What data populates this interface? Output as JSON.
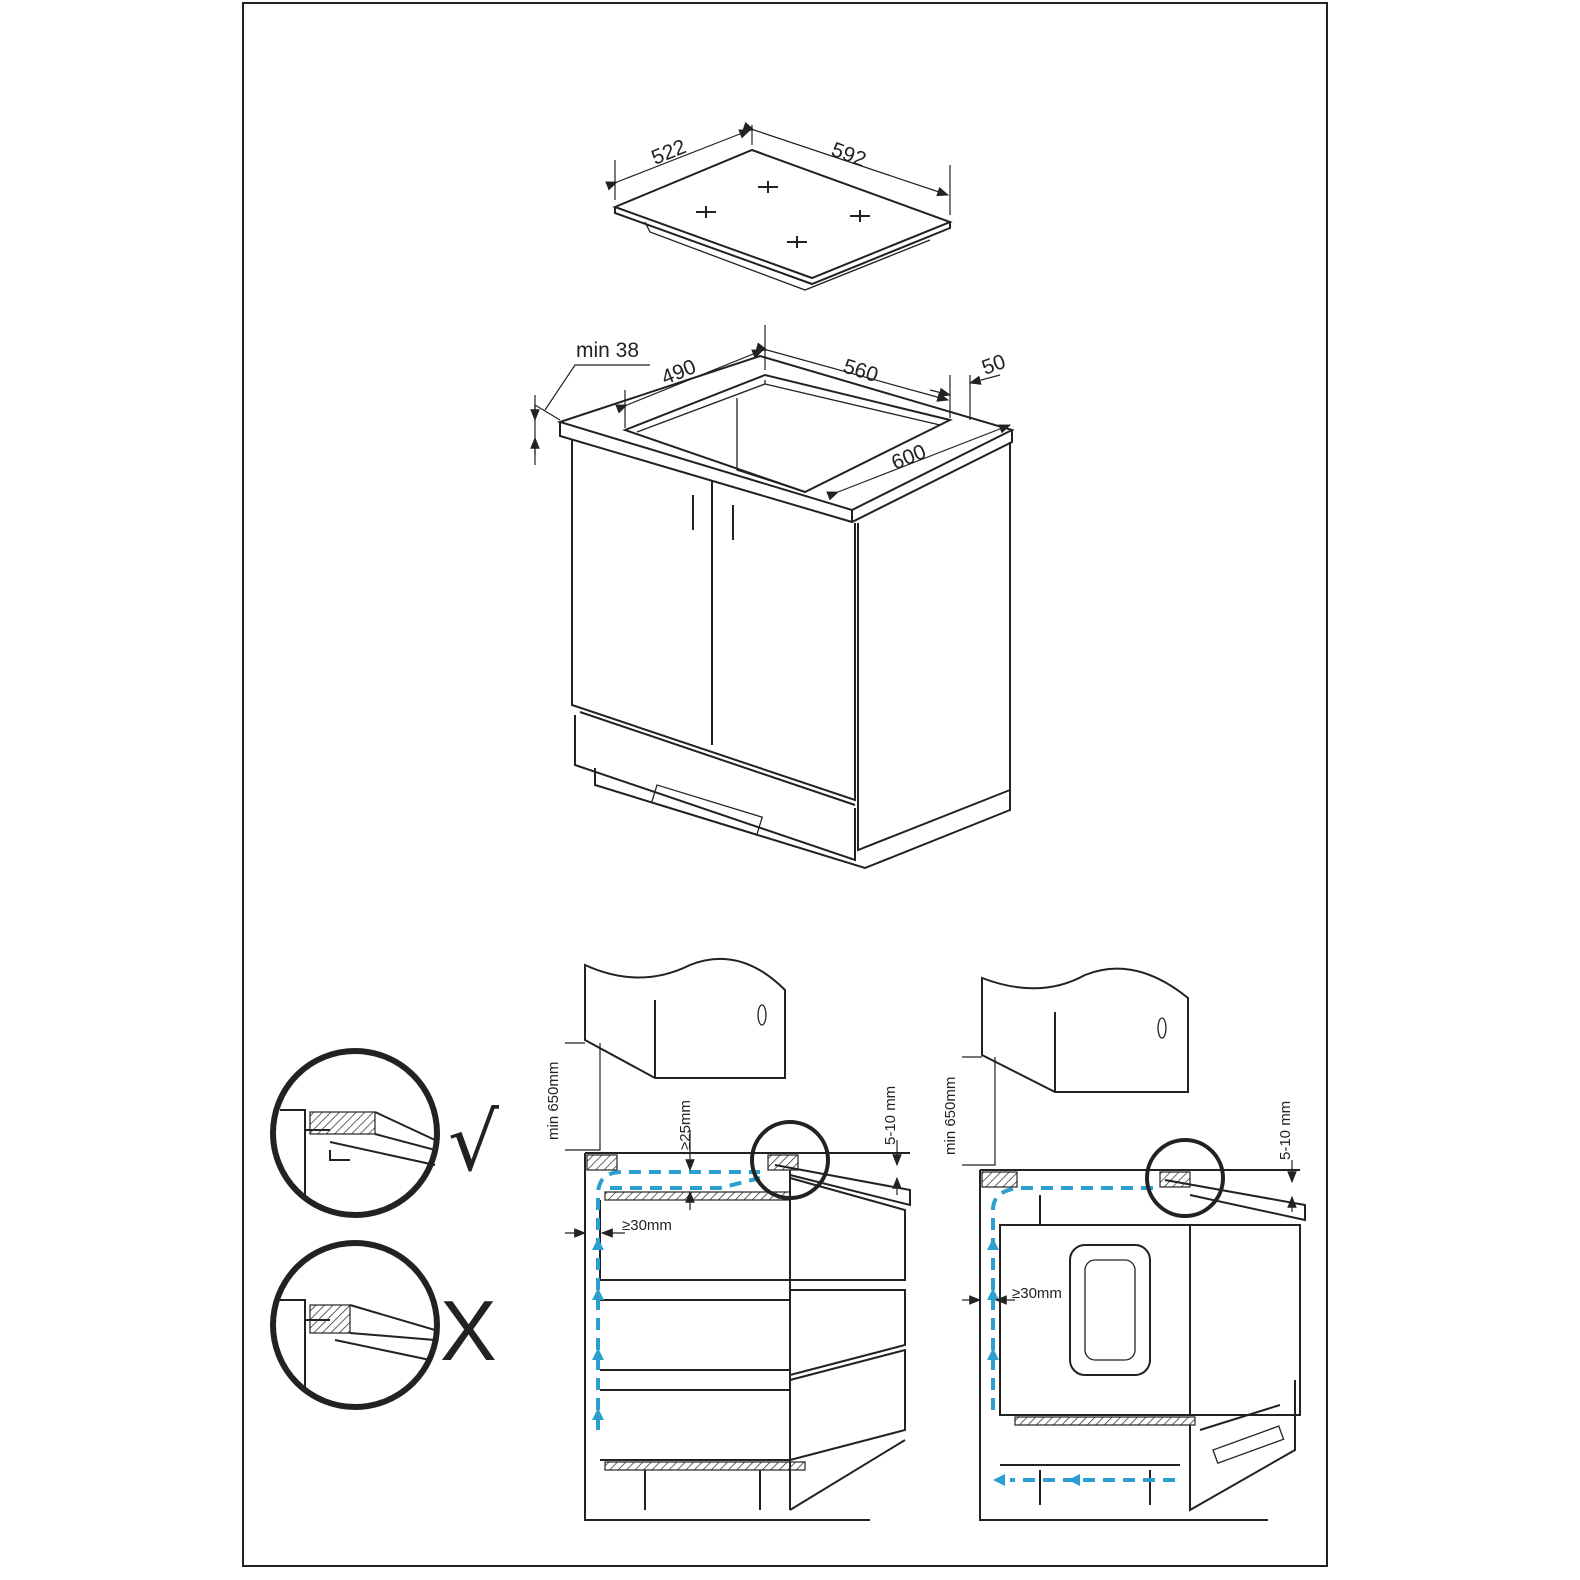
{
  "hob": {
    "depth": "522",
    "width": "592"
  },
  "cabinet": {
    "min_thickness": "min 38",
    "cutout_depth": "490",
    "cutout_width": "560",
    "rear_gap": "50",
    "counter_depth": "600"
  },
  "install_left": {
    "min_height": "min 650mm",
    "top_gap": "≥25mm",
    "edge_gap": "5-10 mm",
    "side_gap": "≥30mm"
  },
  "install_right": {
    "min_height": "min 650mm",
    "edge_gap": "5-10 mm",
    "side_gap": "≥30mm"
  },
  "seal": {
    "correct_mark": "√",
    "wrong_mark": "X"
  },
  "colors": {
    "airflow": "#2a9fd0",
    "line": "#222222"
  }
}
